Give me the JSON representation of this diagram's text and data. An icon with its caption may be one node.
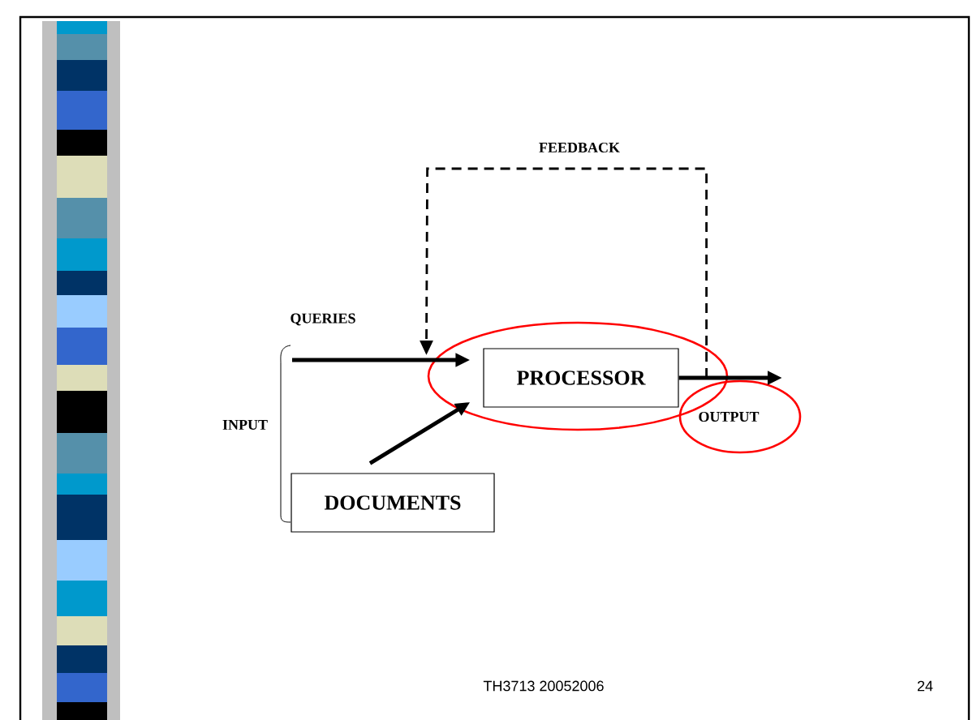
{
  "diagram": {
    "nodes": [
      {
        "text": [
          "PROCESSOR"
        ]
      },
      {
        "text": [
          "DOCUMENTS"
        ]
      }
    ],
    "edges": [
      {
        "from": null,
        "to": 0,
        "arrow": "to",
        "label": "QUERIES"
      },
      {
        "from": 1,
        "to": 0,
        "arrow": "to"
      },
      {
        "from": 0,
        "to": null,
        "arrow": "to",
        "label": "OUTPUT"
      },
      {
        "from": 0,
        "to": 0,
        "arrow": "to",
        "label": "FEEDBACK",
        "style": "dashed"
      }
    ],
    "labels": [
      "INPUT",
      "TH3713 20052006",
      "24"
    ]
  }
}
